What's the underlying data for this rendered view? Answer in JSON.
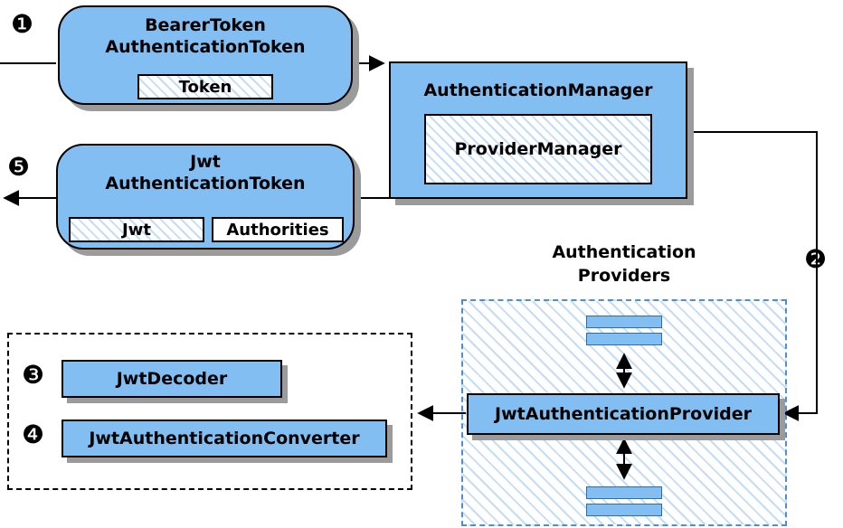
{
  "diagram": {
    "steps": {
      "s1": "❶",
      "s2": "❷",
      "s3": "❸",
      "s4": "❹",
      "s5": "❺"
    },
    "bearer_token_box": {
      "title_line1": "BearerToken",
      "title_line2": "AuthenticationToken",
      "token_label": "Token"
    },
    "authentication_manager_box": {
      "title": "AuthenticationManager",
      "provider_manager_label": "ProviderManager"
    },
    "jwt_authentication_token_box": {
      "title_line1": "Jwt",
      "title_line2": "AuthenticationToken",
      "jwt_label": "Jwt",
      "authorities_label": "Authorities"
    },
    "authentication_providers_group": {
      "label_line1": "Authentication",
      "label_line2": "Providers",
      "jwt_provider_label": "JwtAuthenticationProvider"
    },
    "decoder_group": {
      "jwt_decoder_label": "JwtDecoder",
      "jwt_converter_label": "JwtAuthenticationConverter"
    },
    "colors": {
      "box_fill": "#82bef2",
      "bar_fill": "#82bef2",
      "hatch_stripe": "#c3ddf6",
      "border": "#000000",
      "shadow": "#9b9b9b",
      "dashed_border": "#4e8fd0"
    }
  }
}
